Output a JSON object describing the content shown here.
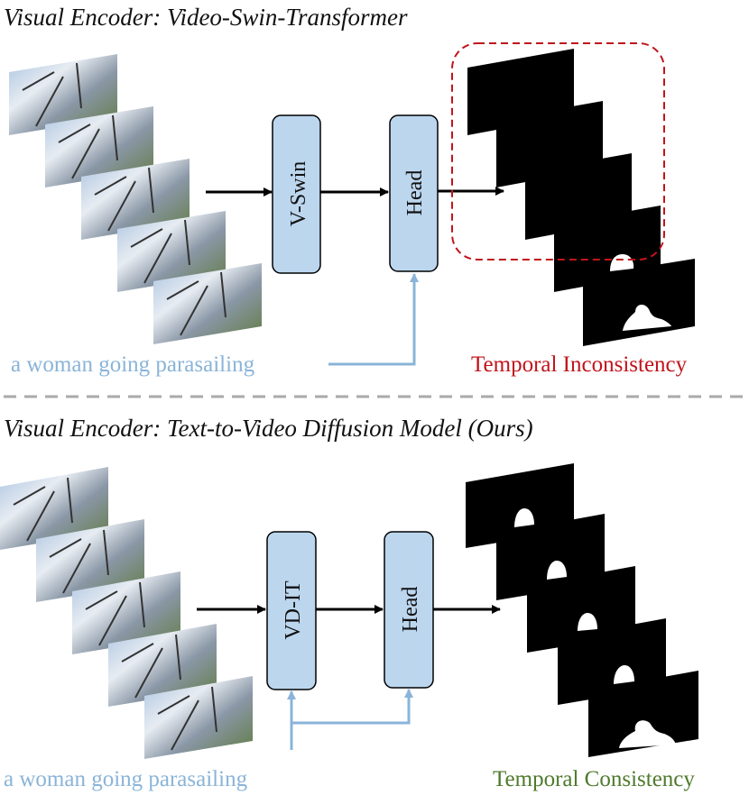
{
  "top_section": {
    "title": "Visual Encoder: Video-Swin-Transformer",
    "backbone_label": "V-Swin",
    "head_label": "Head",
    "text_query": "a woman going parasailing",
    "result_label": "Temporal Inconsistency"
  },
  "bottom_section": {
    "title": "Visual Encoder: Text-to-Video Diffusion Model (Ours)",
    "backbone_label": "VD-IT",
    "head_label": "Head",
    "text_query": "a woman going parasailing",
    "result_label": "Temporal Consistency"
  },
  "colors": {
    "block_fill": "#bcd6ee",
    "query_text": "#8ab4d8",
    "inconsistency": "#c0141b",
    "consistency": "#4e7a2c",
    "divider": "#aaaaaa",
    "mask": "#000000"
  }
}
